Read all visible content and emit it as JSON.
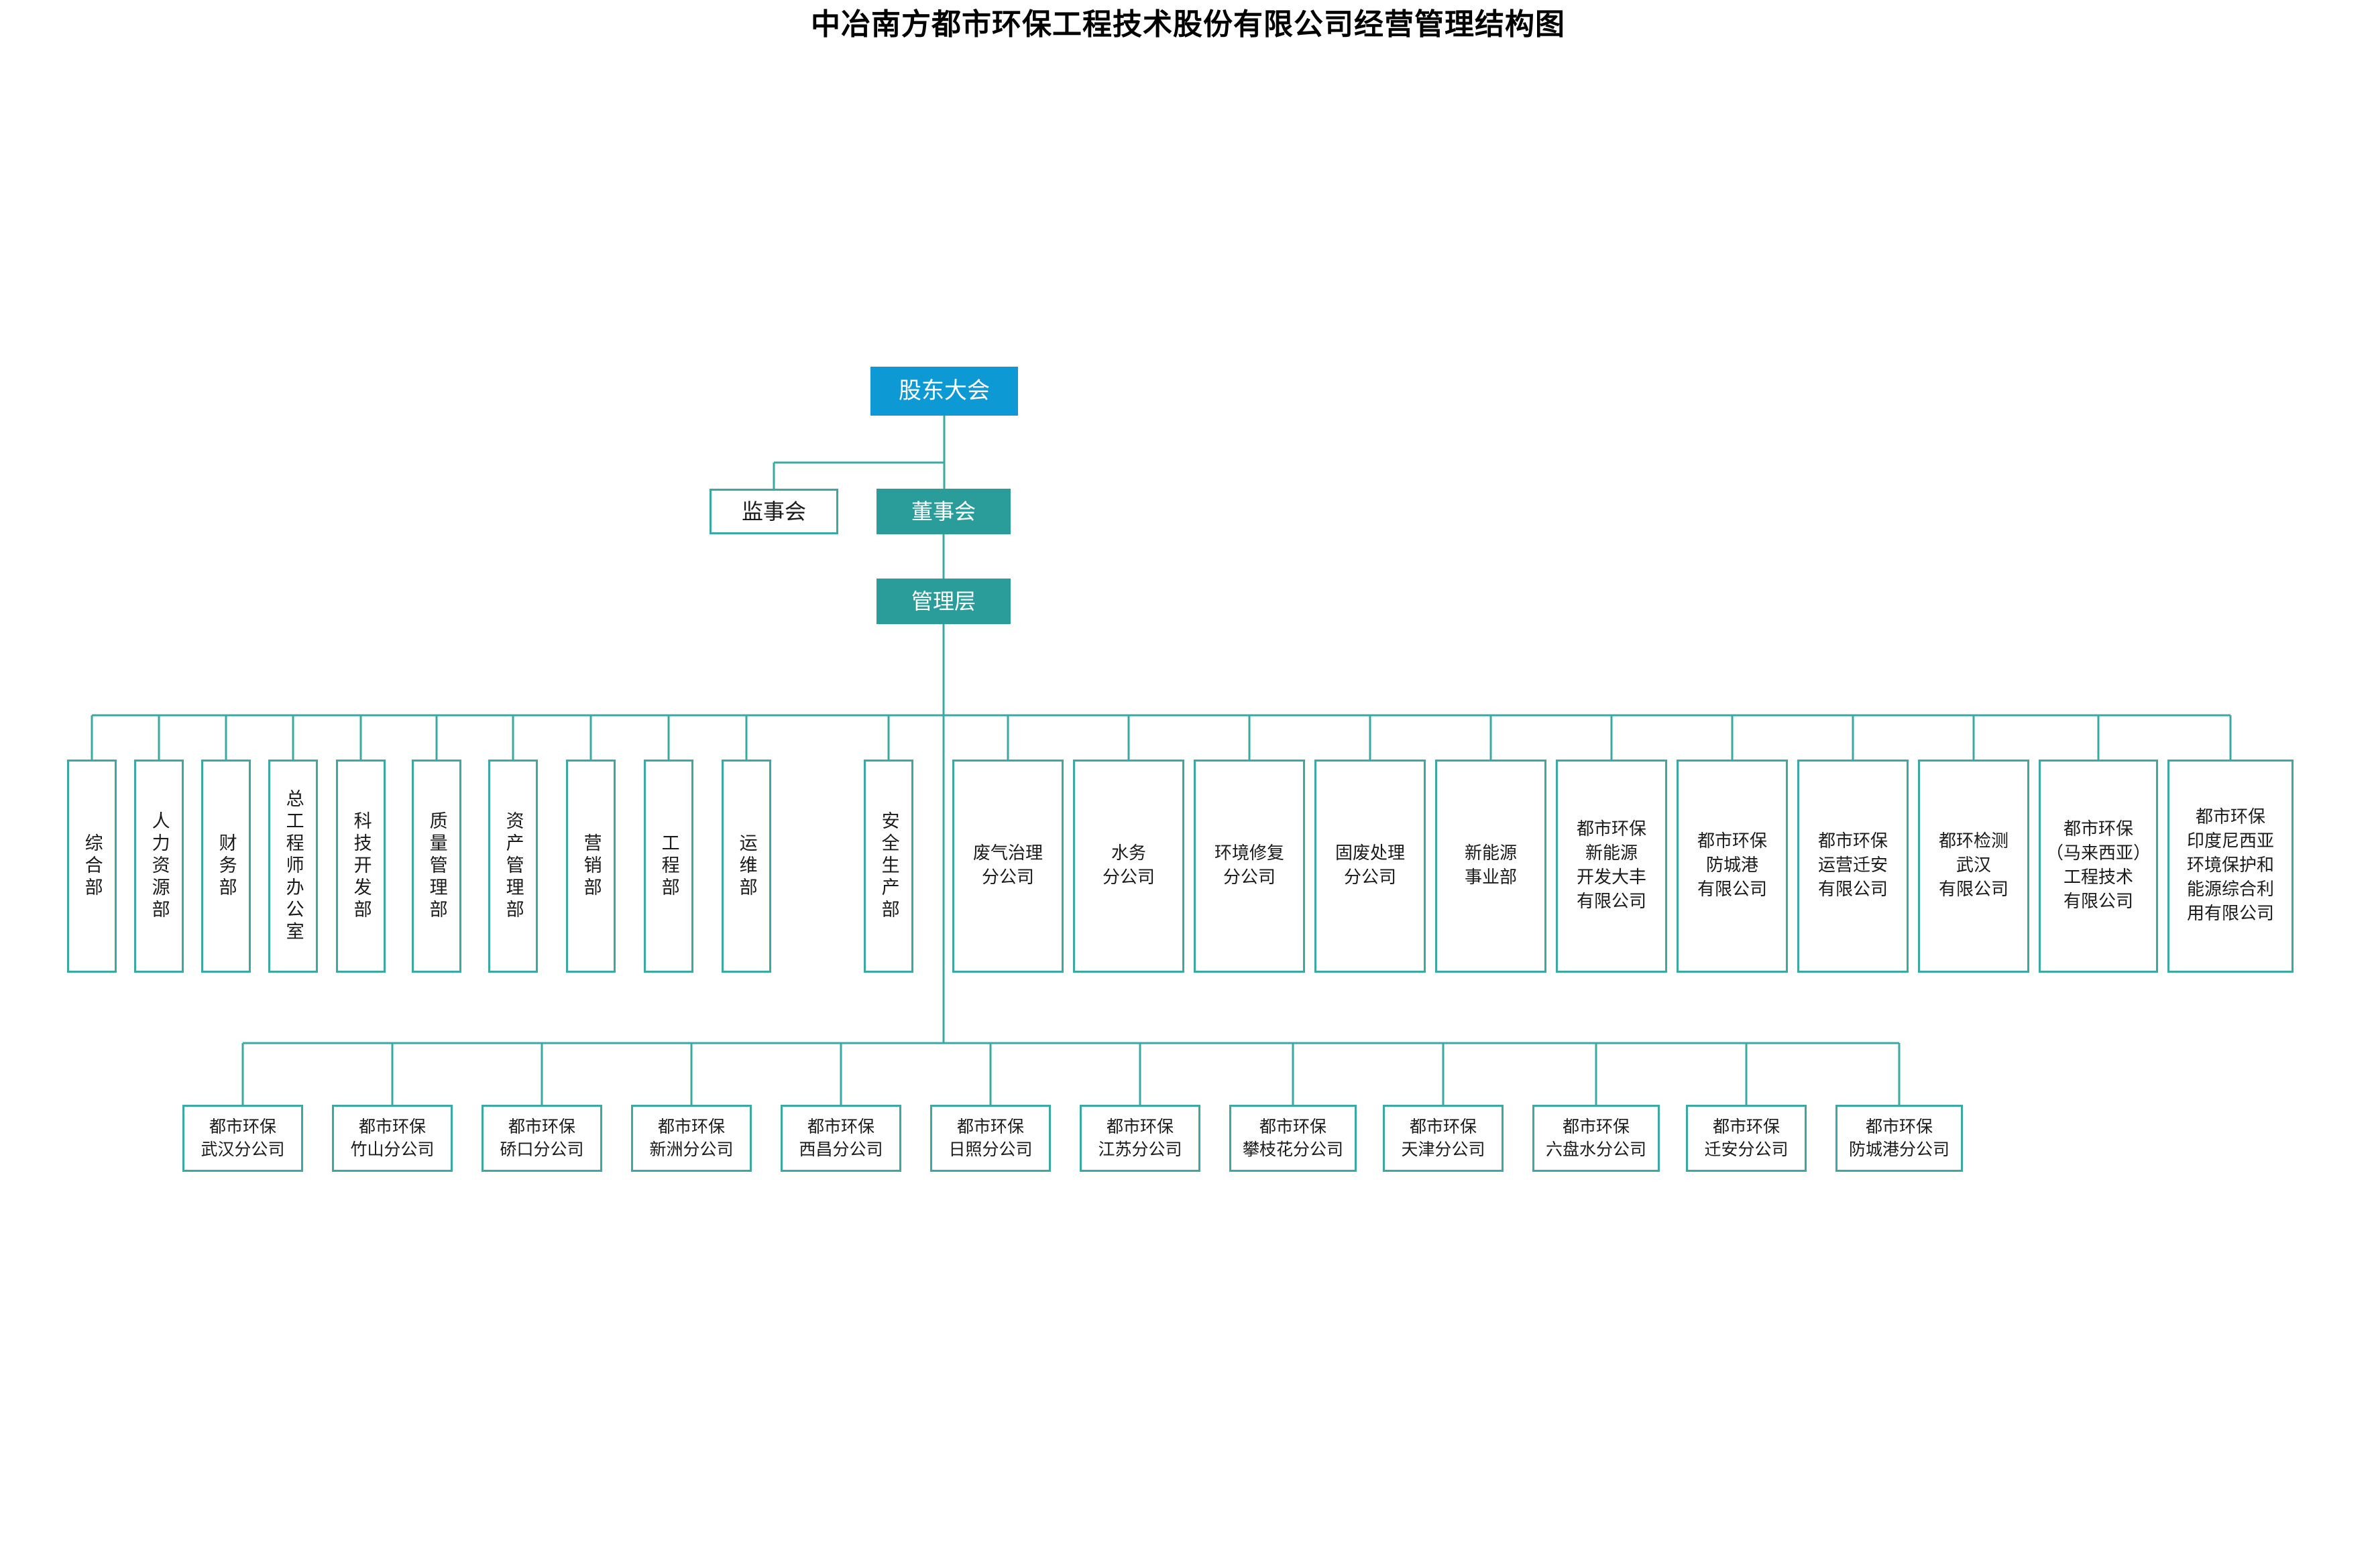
{
  "title": "中冶南方都市环保工程技术股份有限公司经营管理结构图",
  "theme": {
    "blue": "#0d99d3",
    "teal": "#2a9d9b",
    "line": "#3aa9a3",
    "box_border": "#3aa9a3",
    "text_dark": "#1a1a1a",
    "text_light": "#ffffff",
    "background": "#ffffff"
  },
  "governance": {
    "shareholders_meeting": "股东大会",
    "board_of_supervisors": "监事会",
    "board_of_directors": "董事会",
    "management": "管理层"
  },
  "departments": [
    {
      "label": "综合部",
      "orientation": "vertical"
    },
    {
      "label": "人力资源部",
      "orientation": "vertical"
    },
    {
      "label": "财务部",
      "orientation": "vertical"
    },
    {
      "label": "总工程师办公室",
      "orientation": "vertical"
    },
    {
      "label": "科技开发部",
      "orientation": "vertical"
    },
    {
      "label": "质量管理部",
      "orientation": "vertical"
    },
    {
      "label": "资产管理部",
      "orientation": "vertical"
    },
    {
      "label": "营销部",
      "orientation": "vertical"
    },
    {
      "label": "工程部",
      "orientation": "vertical"
    },
    {
      "label": "运维部",
      "orientation": "vertical"
    },
    {
      "label": "安全生产部",
      "orientation": "vertical"
    }
  ],
  "business_units": [
    {
      "label": "废气治理\n分公司"
    },
    {
      "label": "水务\n分公司"
    },
    {
      "label": "环境修复\n分公司"
    },
    {
      "label": "固废处理\n分公司"
    },
    {
      "label": "新能源\n事业部"
    },
    {
      "label": "都市环保\n新能源\n开发大丰\n有限公司"
    },
    {
      "label": "都市环保\n防城港\n有限公司"
    },
    {
      "label": "都市环保\n运营迁安\n有限公司"
    },
    {
      "label": "都环检测\n武汉\n有限公司"
    },
    {
      "label": "都市环保\n（马来西亚）\n工程技术\n有限公司"
    },
    {
      "label": "都市环保\n印度尼西亚\n环境保护和\n能源综合利\n用有限公司"
    }
  ],
  "branches": [
    {
      "label": "都市环保\n武汉分公司"
    },
    {
      "label": "都市环保\n竹山分公司"
    },
    {
      "label": "都市环保\n硚口分公司"
    },
    {
      "label": "都市环保\n新洲分公司"
    },
    {
      "label": "都市环保\n西昌分公司"
    },
    {
      "label": "都市环保\n日照分公司"
    },
    {
      "label": "都市环保\n江苏分公司"
    },
    {
      "label": "都市环保\n攀枝花分公司"
    },
    {
      "label": "都市环保\n天津分公司"
    },
    {
      "label": "都市环保\n六盘水分公司"
    },
    {
      "label": "都市环保\n迁安分公司"
    },
    {
      "label": "都市环保\n防城港分公司"
    }
  ]
}
